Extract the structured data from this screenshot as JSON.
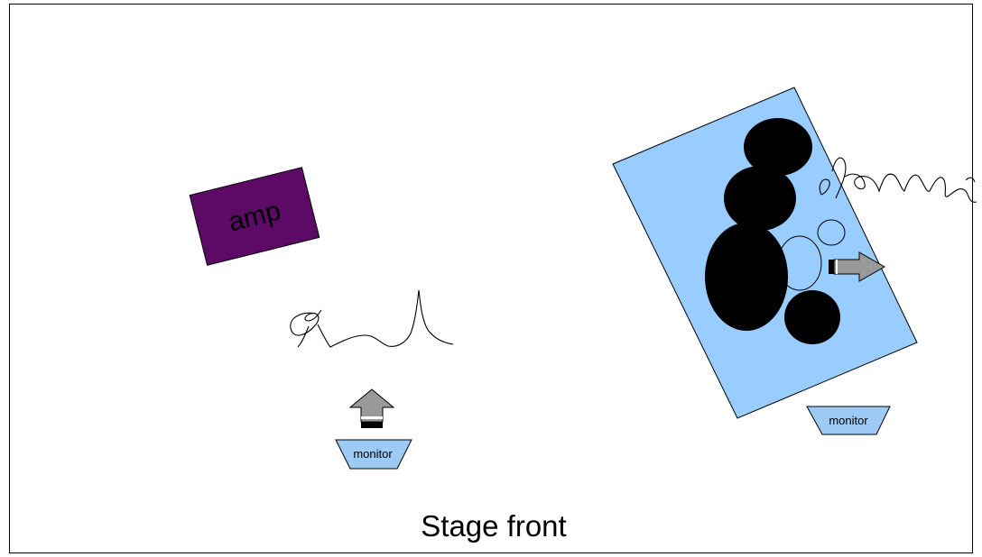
{
  "stage": {
    "front_label": "Stage front"
  },
  "amp": {
    "label": "amp",
    "color": "#5c0a66"
  },
  "monitors": [
    {
      "label": "monitor"
    },
    {
      "label": "monitor"
    }
  ],
  "colors": {
    "monitor_fill": "#9dcbf6",
    "drum_riser_fill": "#99ccff",
    "drum_fill": "#000000",
    "arrow_fill": "#999999",
    "border": "#000000"
  },
  "icons": {
    "left_performer_arrow": "arrow-up-icon",
    "drummer_arrow": "arrow-right-icon",
    "left_signature": "handwritten-scribble",
    "right_signature": "handwritten-scribble"
  }
}
